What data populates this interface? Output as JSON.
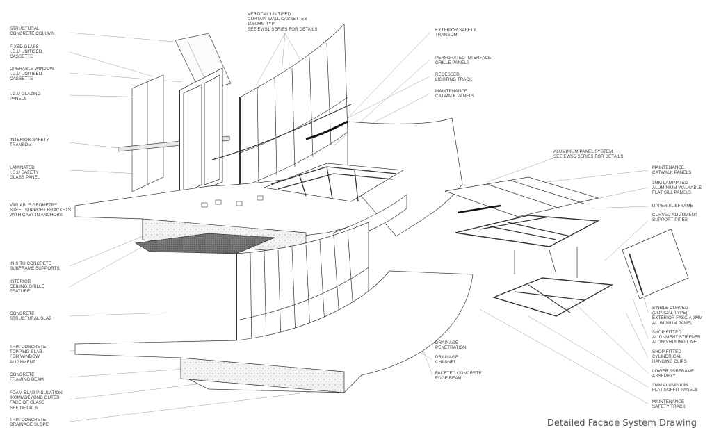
{
  "caption": "Detailed Facade System Drawing",
  "labels_left": [
    "STRUCTURAL\nCONCRETE COLUMN",
    "FIXED GLASS\nI.G.U UNITISED\nCASSETTE",
    "OPERABLE WINDOW\nI.G.U UNITISED\nCASSETTE",
    "I.G.U GLAZING\nPANELS",
    "INTERIOR SAFETY\nTRANSOM",
    "LAMINATED\nI.G.U SAFETY\nGLASS PANEL",
    "VARIABLE GEOMETRY\nSTEEL SUPPORT BRACKETS\nWITH CAST IN ANCHORS",
    "IN SITU CONCRETE\nSUBFRAME SUPPORTS",
    "INTERIOR\nCEILING GRILLE\nFEATURE",
    "CONCRETE\nSTRUCTURAL SLAB",
    "THIN CONCRETE\nTOPPING SLAB\nFOR WINDOW\nALIGNMENT",
    "CONCRETE\nFRAMING BEAM",
    "FOAM SLAB INSULATION\n800MMBEYOND OUTER\nFACE OF GLASS\nSEE DETAILS",
    "THIN CONCRETE\nDRAINAGE SLOPE"
  ],
  "label_top": "VERTICAL UNITISED\nCURTAIN WALL CASSETTES\n1050MM TYP\nSEE EWS1 SERIES FOR DETAILS",
  "labels_mid": [
    "EXTERIOR SAFETY\nTRANSOM",
    "PERFORATED INTERFACE\nGRILLE PANELS",
    "RECESSED\nLIGHTING TRACK",
    "MAINTENANCE\nCATWALK PANELS"
  ],
  "label_panel_system": "ALUMINIUM PANEL SYSTEM\nSEE EWS5 SERIES FOR DETAILS",
  "labels_right": [
    "MAINTENANCE\nCATWALK PANELS",
    "3MM LAMINATED\nALUMINIUM WALKABLE\nFLAT SILL PANELS",
    "UPPER SUBFRAME",
    "CURVED ALIGNMENT\nSUPPORT PIPES",
    "SINGLE CURVED\n(CONICAL TYPE)\nEXTERIOR FASCIA 3MM\nALUMINIUM PANEL",
    "SHOP FITTED\nALIGNMENT STIFFNER\nALONG RULING LINE",
    "SHOP FITTED\nCYLINDRICAL\nHANGING CLIPS",
    "LOWER SUBFRAME\nASSEMBLY",
    "3MM ALUMINIUM\nFLAT SOFFIT PANELS",
    "MAINTENANCE\nSAFETY TRACK"
  ],
  "labels_bottom_mid": [
    "DRAINAGE\nPENETRATION",
    "DRAINAGE\nCHANNEL",
    "FACETED CONCRETE\nEDGE BEAM"
  ]
}
